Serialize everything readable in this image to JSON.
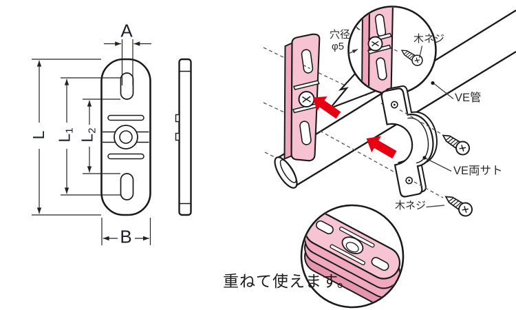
{
  "colors": {
    "line": "#1a1a1a",
    "accent_red": "#e60012",
    "pink_face": "#f7c3d3",
    "pink_side": "#eea7bd",
    "pink_deep": "#e595ad",
    "background": "#ffffff"
  },
  "left_drawing": {
    "dim_a": "A",
    "dim_b": "B",
    "dim_l": "L",
    "dim_l1_base": "L",
    "dim_l1_sub": "1",
    "dim_l2_base": "L",
    "dim_l2_sub": "2"
  },
  "right_illustration": {
    "hole_note_line1": "穴径",
    "hole_note_line2": "φ5",
    "wood_screw_top": "木ネジ",
    "pipe_label": "VE管",
    "saddle_label": "VE両サト",
    "wood_screw_bottom": "木ネジ",
    "stack_note": "重ねて使えます。"
  }
}
